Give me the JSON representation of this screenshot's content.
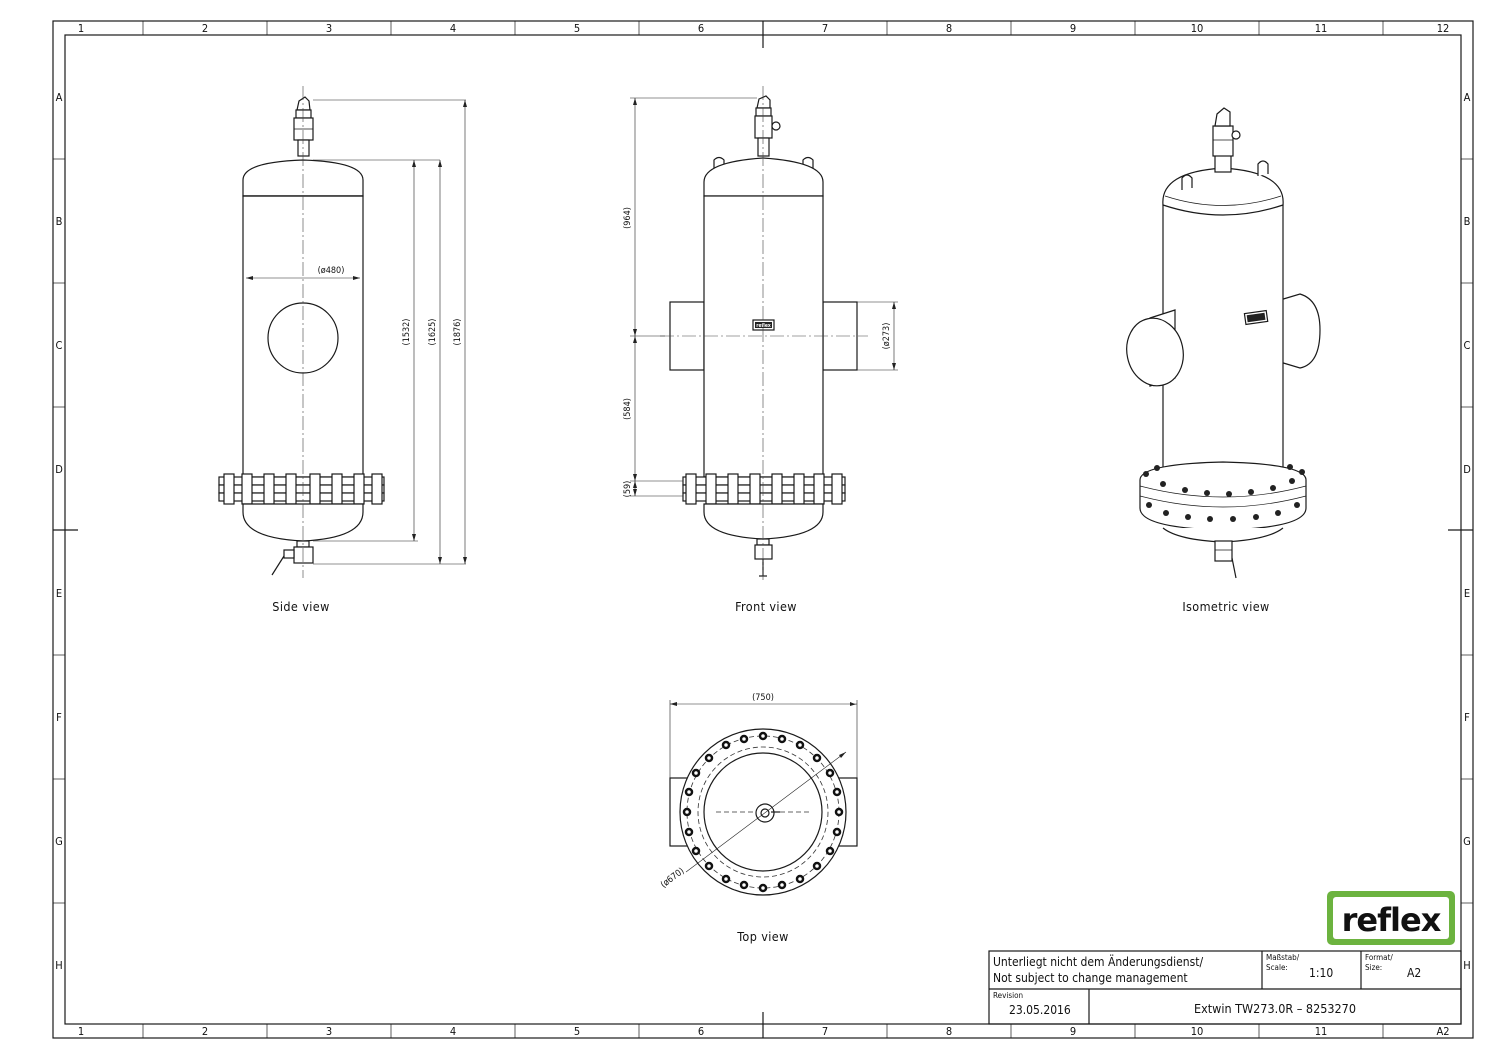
{
  "grid": {
    "columns": [
      "1",
      "2",
      "3",
      "4",
      "5",
      "6",
      "7",
      "8",
      "9",
      "10",
      "11",
      "12"
    ],
    "rows": [
      "A",
      "B",
      "C",
      "D",
      "E",
      "F",
      "G",
      "H"
    ],
    "bottom_last_label": "A2"
  },
  "views": {
    "side": "Side view",
    "front": "Front view",
    "isometric": "Isometric view",
    "top": "Top view"
  },
  "dimensions": {
    "side_diameter": "(ø480)",
    "side_h1": "(1532)",
    "side_h2": "(1625)",
    "side_h3": "(1876)",
    "front_upper": "(964)",
    "front_lower": "(584)",
    "front_bottom": "(59)",
    "front_nozzle": "(ø273)",
    "top_width": "(750)",
    "top_flange": "(ø670)"
  },
  "badge": "reflex",
  "logo": {
    "text": "reflex",
    "color": "#6cb33f"
  },
  "title_block": {
    "notice_de": "Unterliegt nicht dem Änderungsdienst/",
    "notice_en": "Not subject to change management",
    "scale_label_de": "Maßstab/",
    "scale_label_en": "Scale:",
    "scale_value": "1:10",
    "format_label_de": "Format/",
    "format_label_en": "Size:",
    "format_value": "A2",
    "revision_label": "Revision",
    "revision_value": "23.05.2016",
    "drawing_title": "Extwin  TW273.0R  –  8253270"
  }
}
